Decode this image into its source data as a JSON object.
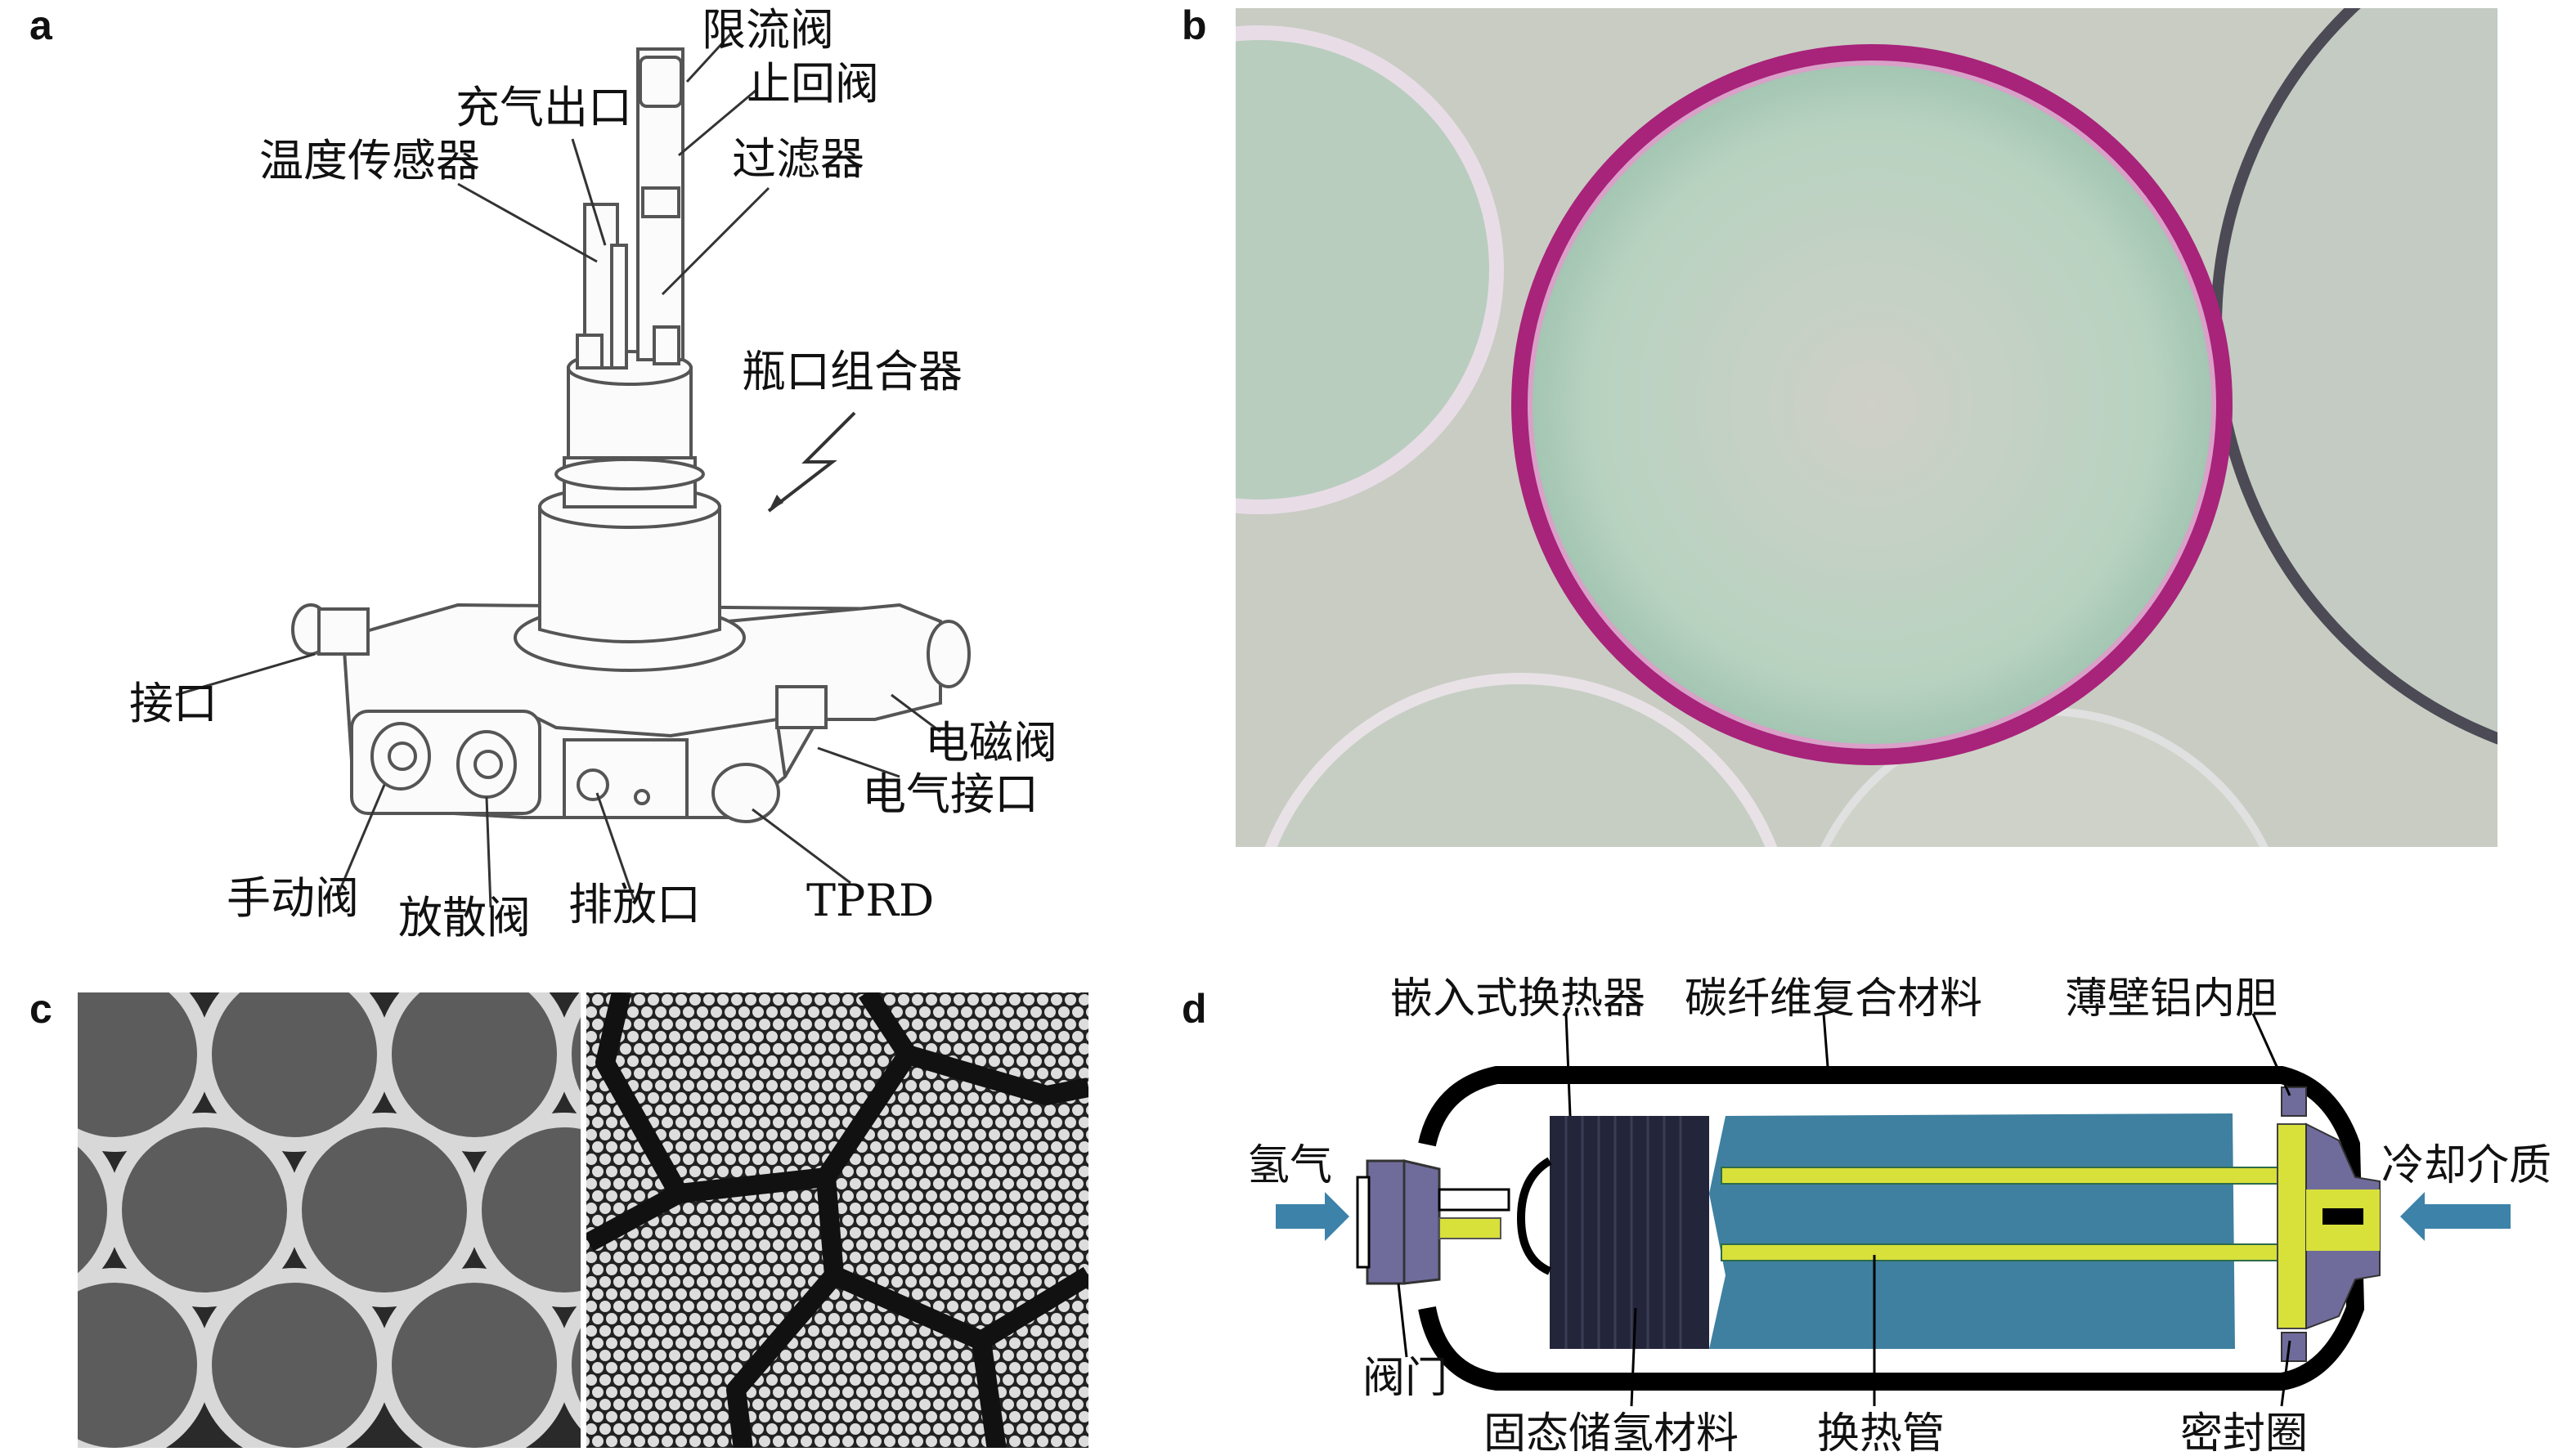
{
  "panels": {
    "a": {
      "label": "a",
      "annotations": {
        "flow_limit_valve": "限流阀",
        "check_valve": "止回阀",
        "fill_outlet": "充气出口",
        "temp_sensor": "温度传感器",
        "filter": "过滤器",
        "bottle_valve_assembly": "瓶口组合器",
        "port": "接口",
        "solenoid_valve": "电磁阀",
        "electrical_connector": "电气接口",
        "manual_valve": "手动阀",
        "vent_valve": "放散阀",
        "drain_port": "排放口",
        "tprd": "TPRD"
      }
    },
    "b": {
      "label": "b"
    },
    "c": {
      "label": "c"
    },
    "d": {
      "label": "d",
      "annotations": {
        "embedded_heat_exchanger": "嵌入式换热器",
        "carbon_fiber_composite": "碳纤维复合材料",
        "thin_aluminum_liner": "薄壁铝内胆",
        "hydrogen": "氢气",
        "coolant": "冷却介质",
        "valve": "阀门",
        "solid_storage_material": "固态储氢材料",
        "heat_exchange_tube": "换热管",
        "seal_ring": "密封圈"
      },
      "colors": {
        "storage": "#23253a",
        "blue": "#3f80a0",
        "yellow": "#d8e03a",
        "purple": "#6f6c9c",
        "arrow": "#3c82a9"
      }
    }
  }
}
